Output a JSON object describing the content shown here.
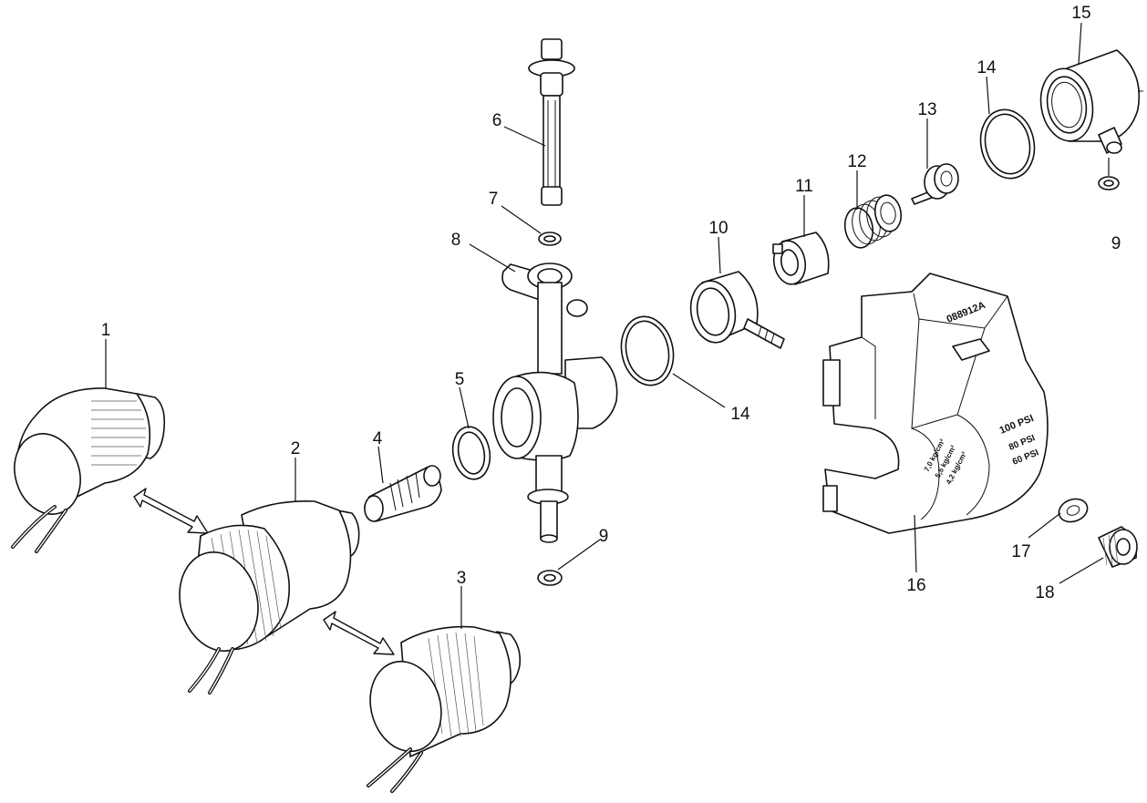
{
  "callouts": [
    {
      "id": "c1",
      "label": "1"
    },
    {
      "id": "c2",
      "label": "2"
    },
    {
      "id": "c3",
      "label": "3"
    },
    {
      "id": "c4",
      "label": "4"
    },
    {
      "id": "c5",
      "label": "5"
    },
    {
      "id": "c6",
      "label": "6"
    },
    {
      "id": "c7",
      "label": "7"
    },
    {
      "id": "c8",
      "label": "8"
    },
    {
      "id": "c9a",
      "label": "9"
    },
    {
      "id": "c9b",
      "label": "9"
    },
    {
      "id": "c10",
      "label": "10"
    },
    {
      "id": "c11",
      "label": "11"
    },
    {
      "id": "c12",
      "label": "12"
    },
    {
      "id": "c13",
      "label": "13"
    },
    {
      "id": "c14a",
      "label": "14"
    },
    {
      "id": "c14b",
      "label": "14"
    },
    {
      "id": "c15",
      "label": "15"
    },
    {
      "id": "c16",
      "label": "16"
    },
    {
      "id": "c17",
      "label": "17"
    },
    {
      "id": "c18",
      "label": "18"
    }
  ],
  "housing_markings": {
    "part_number": "088912A",
    "pressures": [
      "100 PSI",
      "80 PSI",
      "60 PSI"
    ],
    "metric": [
      "7,0 kg/cm²",
      "5,5 kg/cm²",
      "4,2 kg/cm²"
    ]
  }
}
